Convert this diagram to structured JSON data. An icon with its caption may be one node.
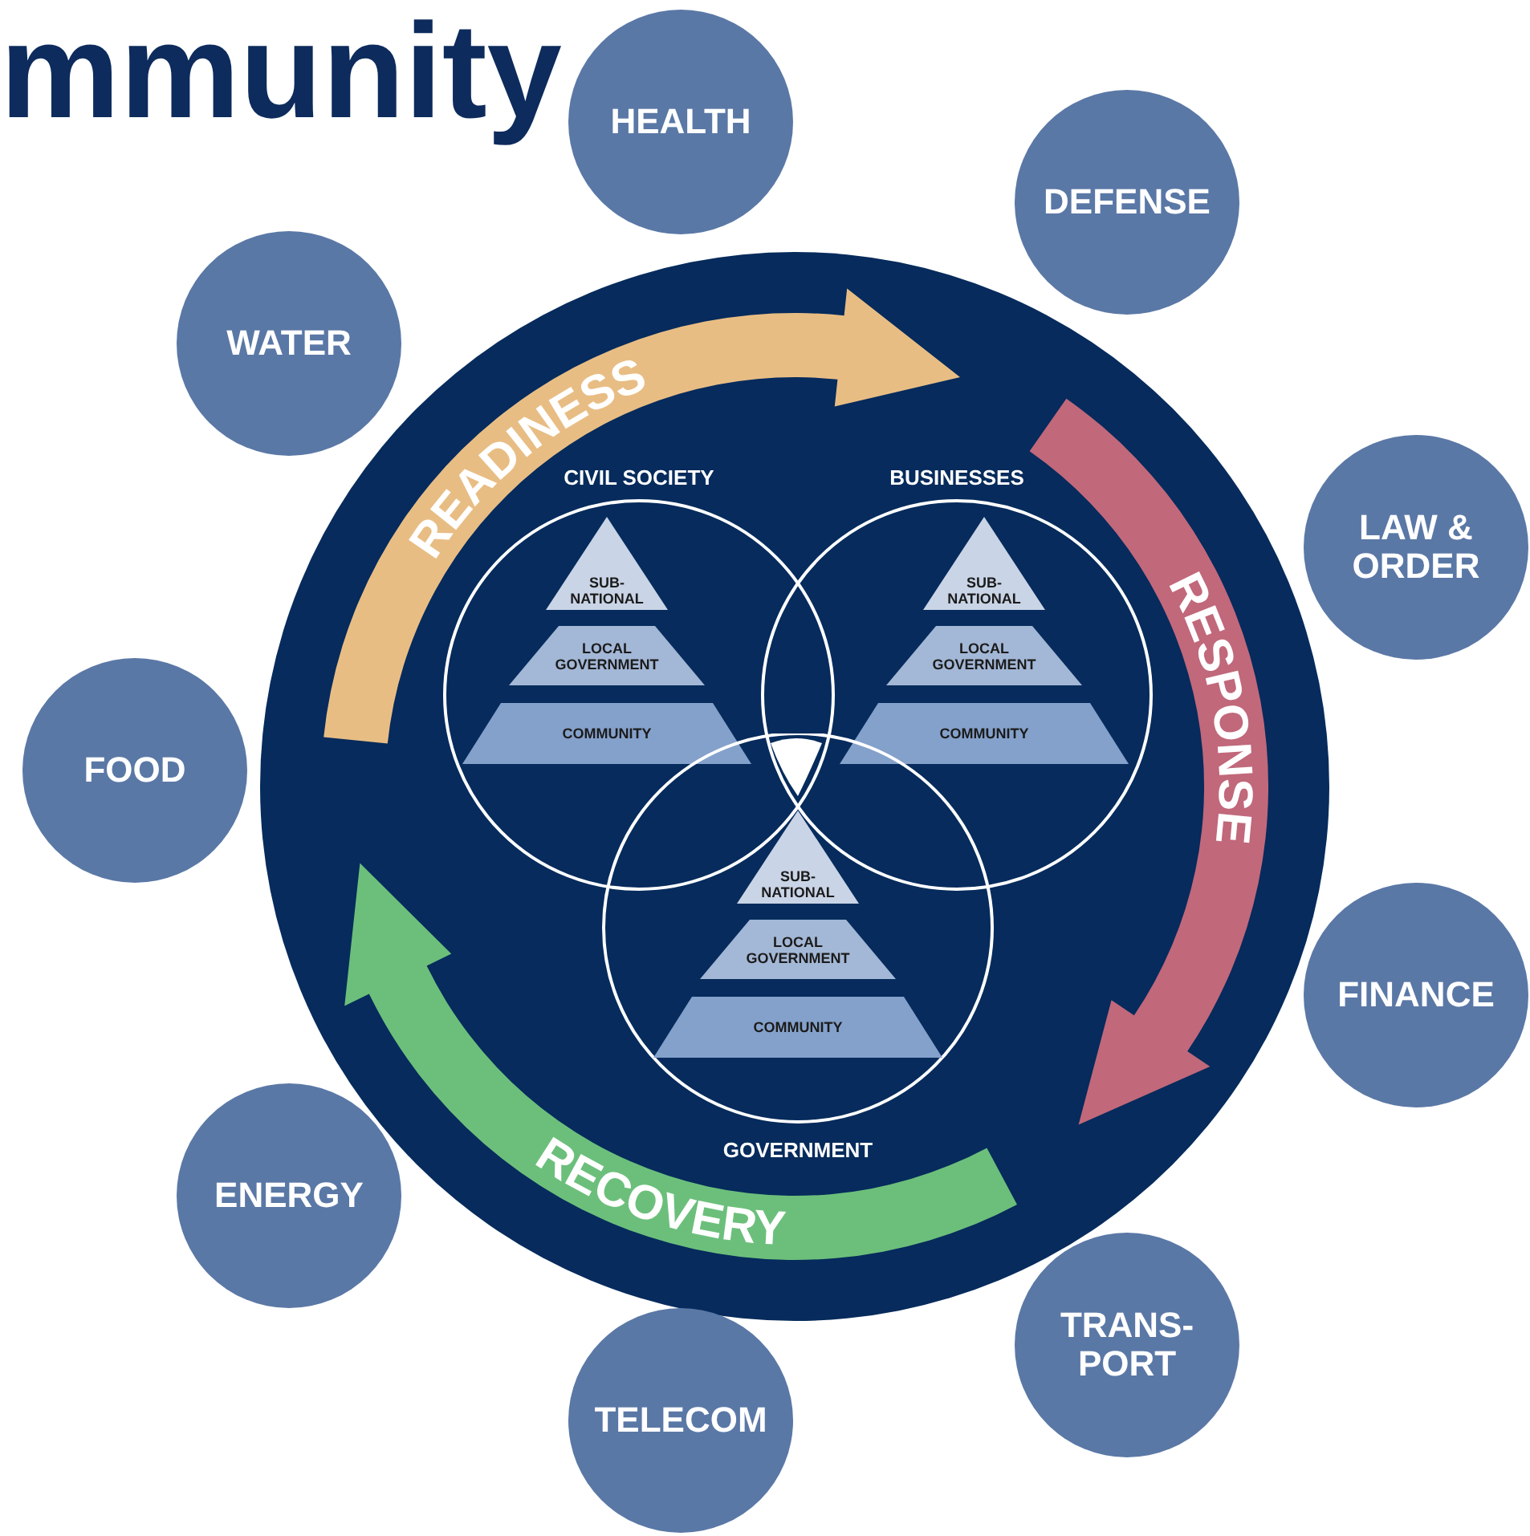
{
  "diagram": {
    "title": "mmunity",
    "nodes": [
      {
        "text": [],
        "shape": "circle"
      },
      {
        "text": [
          "READINESS"
        ],
        "in": 0
      },
      {
        "text": [
          "RESPONSE"
        ],
        "in": 0
      },
      {
        "text": [
          "RECOVERY"
        ],
        "in": 0
      },
      {
        "text": [
          "CIVIL SOCIETY"
        ],
        "in": 0
      },
      {
        "text": [
          "SUB- NATIONAL"
        ],
        "in": 4
      },
      {
        "text": [
          "LOCAL GOVERNMENT"
        ],
        "in": 4
      },
      {
        "text": [
          "COMMUNITY"
        ],
        "in": 4
      },
      {
        "text": [
          "BUSINESSES"
        ],
        "in": 0
      },
      {
        "text": [
          "SUB- NATIONAL"
        ],
        "in": 8
      },
      {
        "text": [
          "LOCAL GOVERNMENT"
        ],
        "in": 8
      },
      {
        "text": [
          "COMMUNITY"
        ],
        "in": 8
      },
      {
        "text": [
          "GOVERNMENT"
        ],
        "in": 0
      },
      {
        "text": [
          "SUB- NATIONAL"
        ],
        "in": 12
      },
      {
        "text": [
          "LOCAL GOVERNMENT"
        ],
        "in": 12
      },
      {
        "text": [
          "COMMUNITY"
        ],
        "in": 12
      },
      {
        "text": [
          "HEALTH"
        ]
      },
      {
        "text": [
          "DEFENSE"
        ]
      },
      {
        "text": [
          "WATER"
        ]
      },
      {
        "text": [
          "LAW & ORDER"
        ]
      },
      {
        "text": [
          "FOOD"
        ]
      },
      {
        "text": [
          "FINANCE"
        ]
      },
      {
        "text": [
          "ENERGY"
        ]
      },
      {
        "text": [
          "TRANS- PORT"
        ]
      },
      {
        "text": [
          "TELECOM"
        ]
      }
    ],
    "edges": []
  }
}
